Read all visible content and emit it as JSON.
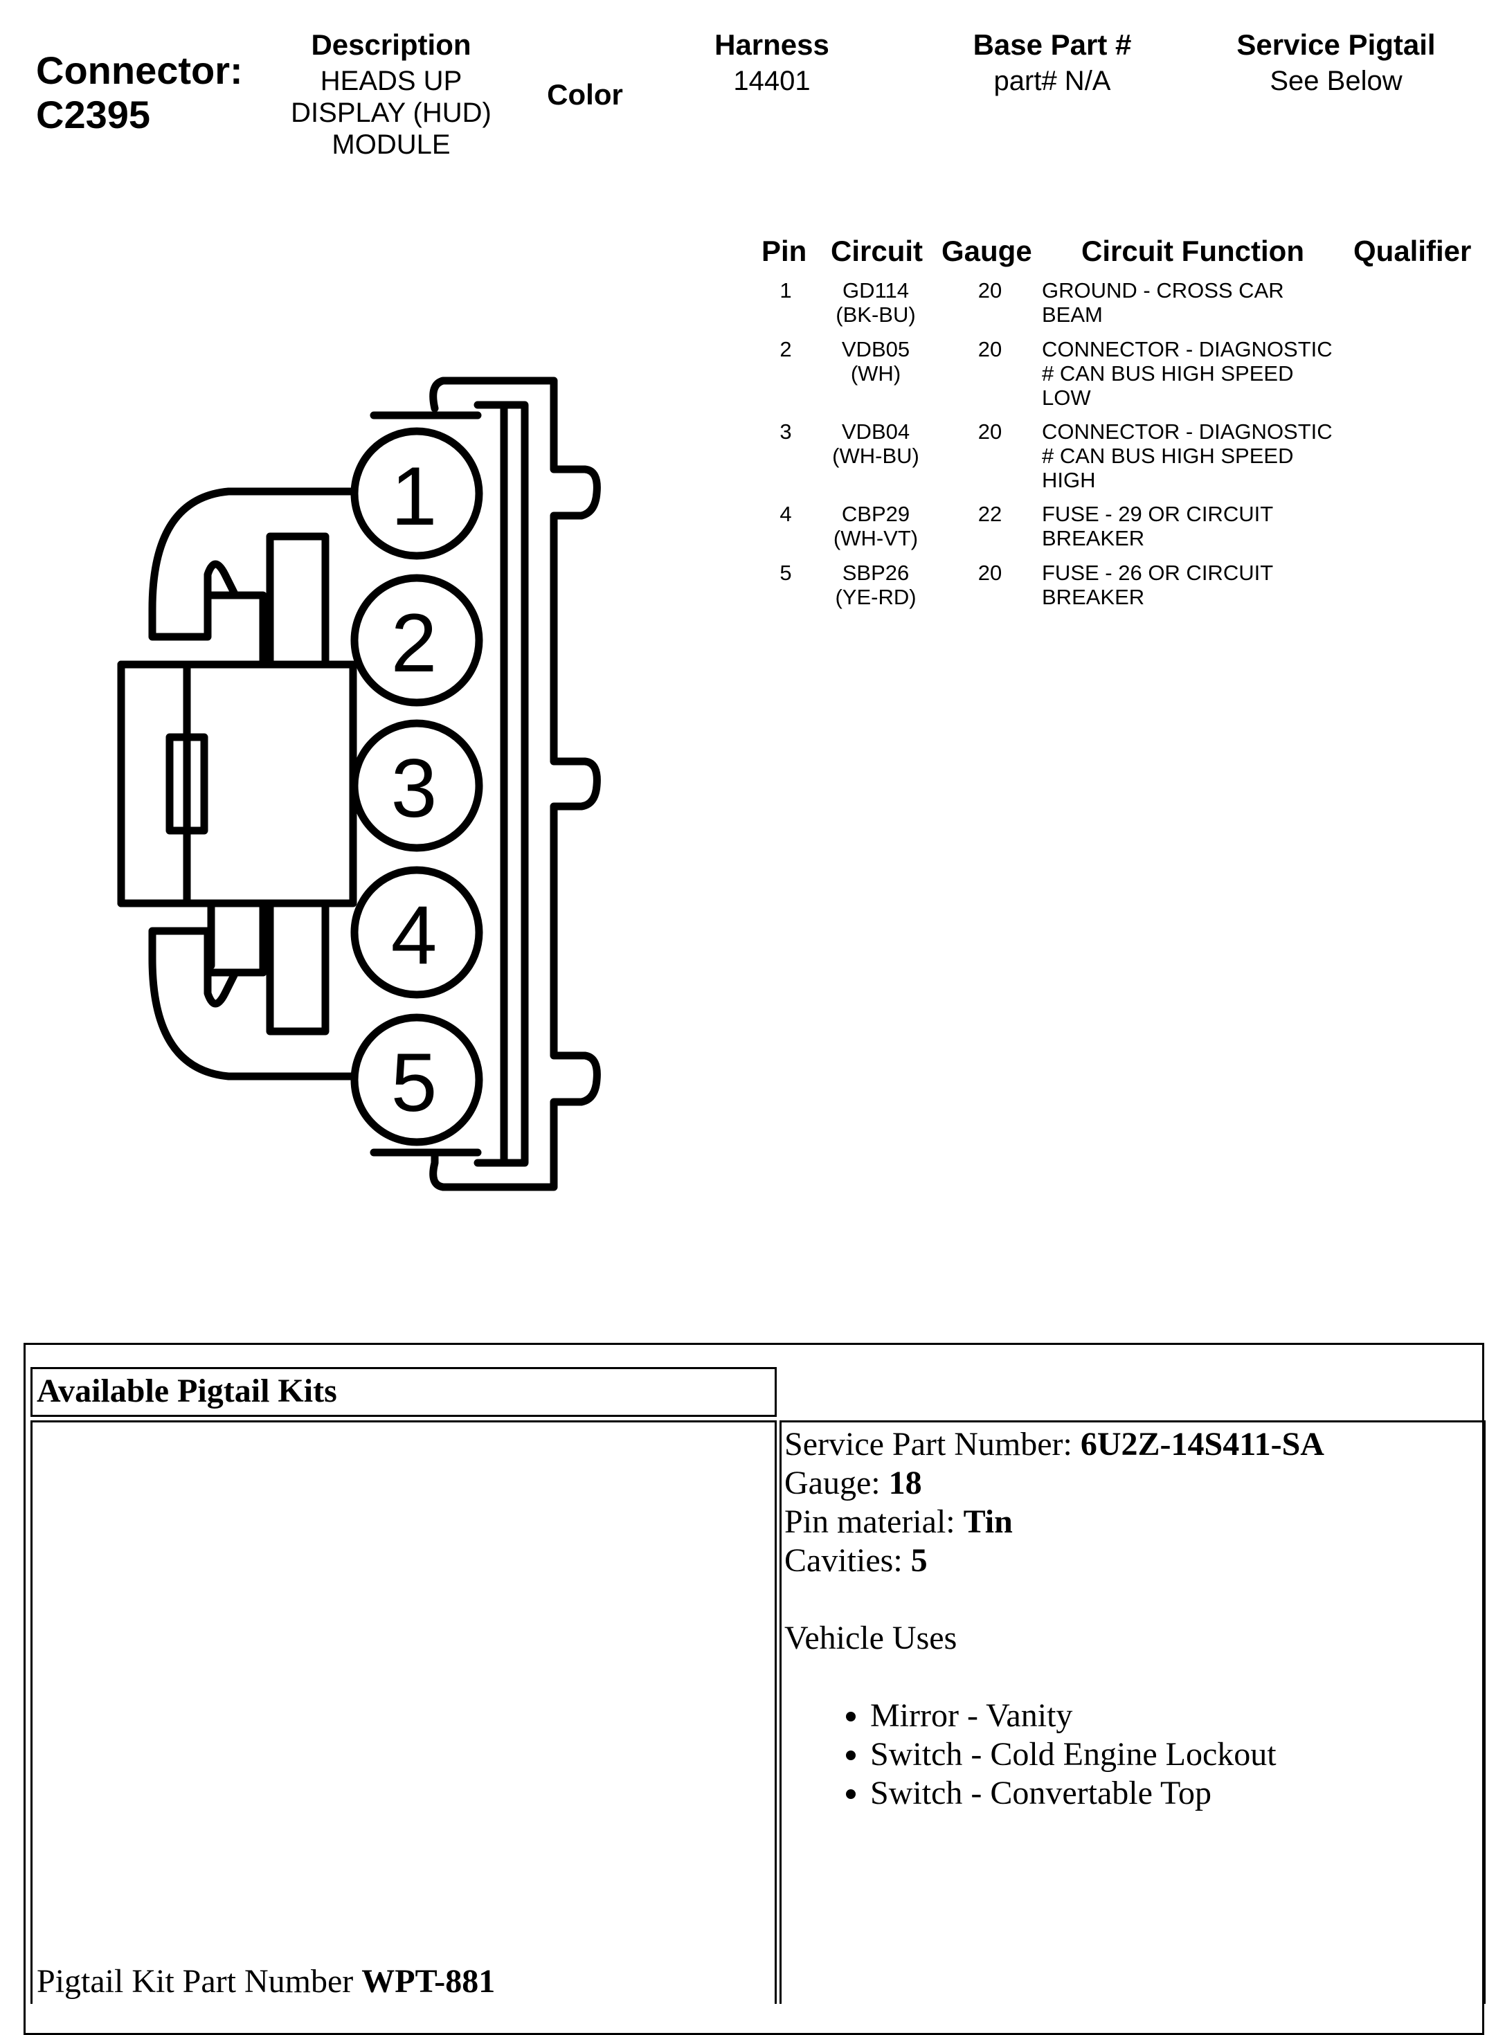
{
  "connector": {
    "label": "Connector:",
    "id": "C2395"
  },
  "header": {
    "description": {
      "title": "Description",
      "lines": [
        "HEADS UP",
        "DISPLAY (HUD)",
        "MODULE"
      ]
    },
    "color": {
      "title": "Color"
    },
    "harness": {
      "title": "Harness",
      "value": "14401"
    },
    "base_part": {
      "title": "Base Part #",
      "value": "part# N/A"
    },
    "service_pigtail": {
      "title": "Service Pigtail",
      "value": "See Below"
    }
  },
  "pin_table": {
    "headers": {
      "pin": "Pin",
      "circuit": "Circuit",
      "gauge": "Gauge",
      "function": "Circuit Function",
      "qualifier": "Qualifier"
    },
    "rows": [
      {
        "pin": "1",
        "circuit": [
          "GD114",
          "(BK-BU)"
        ],
        "gauge": "20",
        "function": [
          "GROUND - CROSS CAR",
          "BEAM"
        ]
      },
      {
        "pin": "2",
        "circuit": [
          "VDB05",
          "(WH)"
        ],
        "gauge": "20",
        "function": [
          "CONNECTOR - DIAGNOSTIC",
          "# CAN BUS HIGH SPEED",
          "LOW"
        ]
      },
      {
        "pin": "3",
        "circuit": [
          "VDB04",
          "(WH-BU)"
        ],
        "gauge": "20",
        "function": [
          "CONNECTOR - DIAGNOSTIC",
          "# CAN BUS HIGH SPEED",
          "HIGH"
        ]
      },
      {
        "pin": "4",
        "circuit": [
          "CBP29",
          "(WH-VT)"
        ],
        "gauge": "22",
        "function": [
          "FUSE - 29 OR CIRCUIT",
          "BREAKER"
        ]
      },
      {
        "pin": "5",
        "circuit": [
          "SBP26",
          "(YE-RD)"
        ],
        "gauge": "20",
        "function": [
          "FUSE - 26 OR CIRCUIT",
          "BREAKER"
        ]
      }
    ]
  },
  "diagram": {
    "pin_numbers": [
      "1",
      "2",
      "3",
      "4",
      "5"
    ]
  },
  "pigtail": {
    "title": "Available Pigtail Kits",
    "kit_part_label": "Pigtail Kit Part Number",
    "kit_part_value": "WPT-881",
    "service_part_label": "Service Part Number:",
    "service_part_value": "6U2Z-14S411-SA",
    "gauge_label": "Gauge:",
    "gauge_value": "18",
    "pin_material_label": "Pin material:",
    "pin_material_value": "Tin",
    "cavities_label": "Cavities:",
    "cavities_value": "5",
    "vehicle_uses_label": "Vehicle Uses",
    "vehicle_uses": [
      "Mirror - Vanity",
      "Switch - Cold Engine Lockout",
      "Switch - Convertable Top"
    ]
  }
}
